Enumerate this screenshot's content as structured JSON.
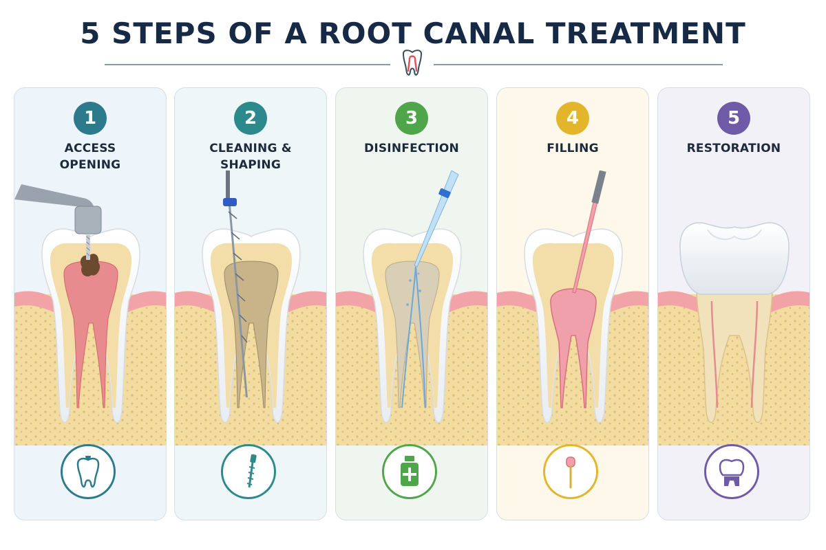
{
  "title": "5 STEPS OF A ROOT CANAL TREATMENT",
  "steps": [
    {
      "number": "1",
      "label_line1": "ACCESS",
      "label_line2": "OPENING",
      "color": "#2c7a8c",
      "panel_bg": "#edf5fa",
      "icon": "tooth-access-icon"
    },
    {
      "number": "2",
      "label_line1": "CLEANING &",
      "label_line2": "SHAPING",
      "color": "#2c8a8c",
      "panel_bg": "#eef6f7",
      "icon": "endodontic-file-icon"
    },
    {
      "number": "3",
      "label_line1": "DISINFECTION",
      "label_line2": "",
      "color": "#4fa64a",
      "panel_bg": "#eff6f0",
      "icon": "medicine-bottle-icon"
    },
    {
      "number": "4",
      "label_line1": "FILLING",
      "label_line2": "",
      "color": "#e3b52a",
      "panel_bg": "#fdf8ea",
      "icon": "gutta-percha-icon"
    },
    {
      "number": "5",
      "label_line1": "RESTORATION",
      "label_line2": "",
      "color": "#6f5aa8",
      "panel_bg": "#f2f1f8",
      "icon": "crown-tooth-icon"
    }
  ]
}
